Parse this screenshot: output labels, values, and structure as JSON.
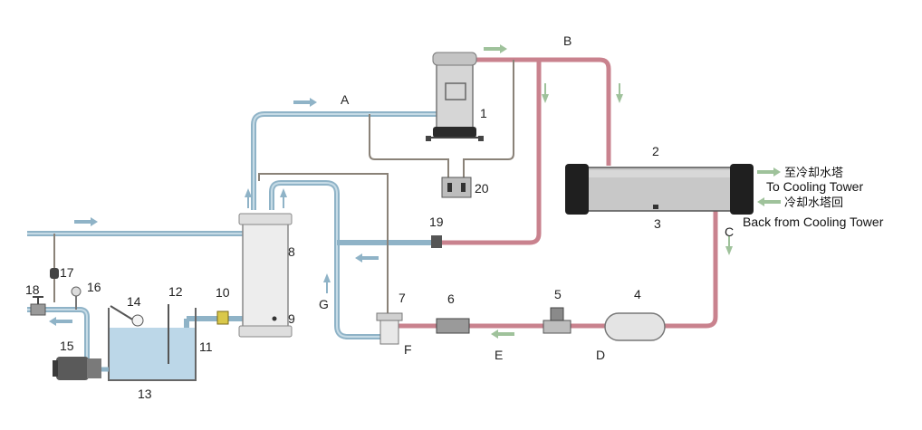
{
  "colors": {
    "water_pipe": "#8fb3c7",
    "refrigerant_pipe": "#c9828e",
    "signal_line": "#8a8278",
    "flow_arrow_blue": "#8fb3c7",
    "flow_arrow_green": "#9fc29b",
    "tank_water": "#bcd7e8"
  },
  "component_numbers": {
    "n1": "1",
    "n2": "2",
    "n3": "3",
    "n4": "4",
    "n5": "5",
    "n6": "6",
    "n7": "7",
    "n8": "8",
    "n9": "9",
    "n10": "10",
    "n11": "11",
    "n12": "12",
    "n13": "13",
    "n14": "14",
    "n15": "15",
    "n16": "16",
    "n17": "17",
    "n18": "18",
    "n19": "19",
    "n20": "20"
  },
  "line_letters": {
    "A": "A",
    "B": "B",
    "C": "C",
    "D": "D",
    "E": "E",
    "F": "F",
    "G": "G"
  },
  "cooling_tower": {
    "to_cn": "至冷却水塔",
    "to_en": "To Cooling Tower",
    "back_cn": "冷却水塔回",
    "back_en": "Back from Cooling Tower"
  }
}
